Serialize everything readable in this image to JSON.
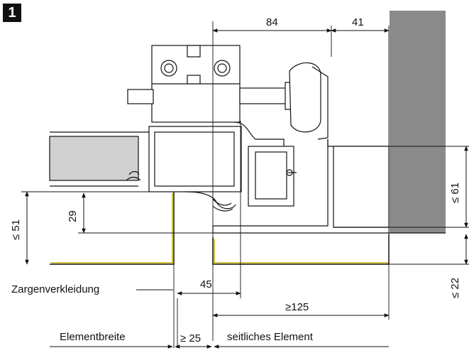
{
  "figure_number": "1",
  "dimensions": {
    "d84": "84",
    "d41": "41",
    "d61": "≤ 61",
    "d51": "≤ 51",
    "d29": "29",
    "d45": "45",
    "d22": "≤ 22",
    "d125": "≥125",
    "d25": "≥ 25"
  },
  "labels": {
    "zargen": "Zargenverkleidung",
    "elementbreite": "Elementbreite",
    "seitliches": "seitliches Element"
  },
  "colors": {
    "wall": "#8a8a8a",
    "panel": "#d0d0d0",
    "accent_line": "#c8b400",
    "line": "#111111"
  }
}
